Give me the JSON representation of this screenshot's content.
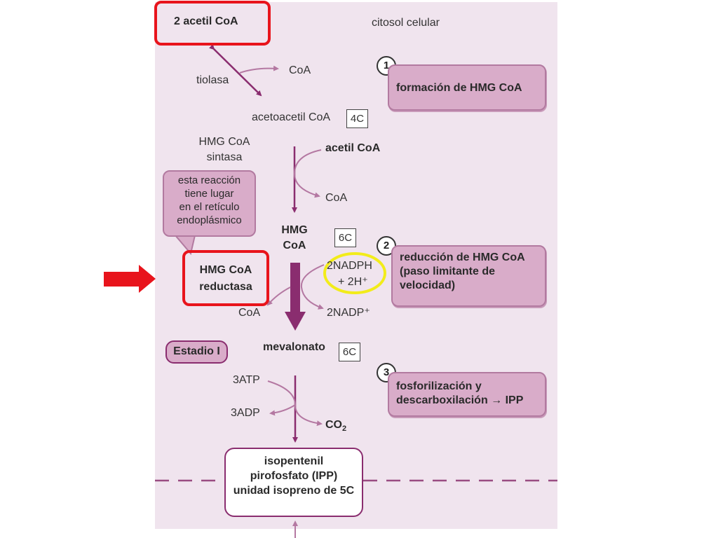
{
  "diagram": {
    "acetil_coa_2": "2 acetil CoA",
    "citosol": "citosol celular",
    "tiolasa": "tiolasa",
    "coa_1": "CoA",
    "acetoacetil": "acetoacetil CoA",
    "box_4c": "4C",
    "hmg_sintasa_1": "HMG CoA",
    "hmg_sintasa_2": "sintasa",
    "acetil_coa": "acetil CoA",
    "coa_2": "CoA",
    "note_lines": [
      "esta reacción",
      "tiene lugar",
      "en el retículo",
      "endoplásmico"
    ],
    "hmg_1": "HMG",
    "hmg_2": "CoA",
    "box_6c_1": "6C",
    "nadph_1": "2NADPH",
    "nadph_2": "+ 2H⁺",
    "reductasa_1": "HMG CoA",
    "reductasa_2": "reductasa",
    "coa_3": "CoA",
    "nadp": "2NADP⁺",
    "estadio": "Estadio I",
    "mevalonato": "mevalonato",
    "box_6c_2": "6C",
    "atp": "3ATP",
    "adp": "3ADP",
    "co2": "CO",
    "co2_sub": "2",
    "ipp_lines": [
      "isopentenil",
      "pirofosfato (IPP)",
      "unidad isopreno de 5C"
    ]
  },
  "steps": [
    {
      "number": "1",
      "lines": [
        "formación de HMG CoA"
      ]
    },
    {
      "number": "2",
      "lines": [
        "reducción de HMG CoA",
        "(paso limitante de",
        "velocidad)"
      ]
    },
    {
      "number": "3",
      "lines": [
        "fosforilización y",
        "descarboxilación → IPP"
      ]
    }
  ],
  "colors": {
    "background": "#f0e4ee",
    "arrow": "#8a2d6f",
    "step_fill": "#d9acc9",
    "highlight_red": "#e8141c",
    "highlight_yellow": "#f2ec1a"
  }
}
